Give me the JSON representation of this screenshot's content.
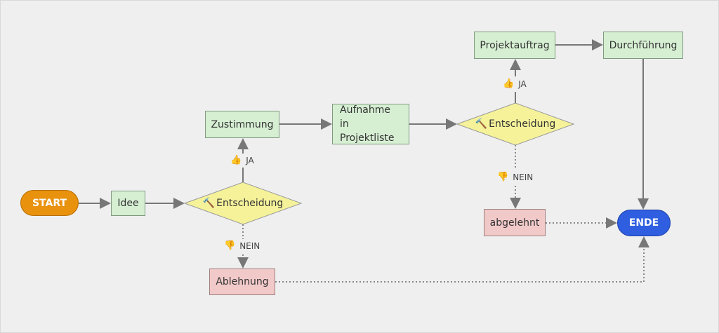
{
  "nodes": {
    "start": "START",
    "idee": "Idee",
    "entscheidung1": "Entscheidung",
    "zustimmung": "Zustimmung",
    "ablehnung": "Ablehnung",
    "aufnahme": "Aufnahme in Projektliste",
    "entscheidung2": "Entscheidung",
    "projektauftrag": "Projektauftrag",
    "durchfuehrung": "Durchführung",
    "abgelehnt": "abgelehnt",
    "ende": "ENDE"
  },
  "labels": {
    "ja1": "JA",
    "nein1": "NEIN",
    "ja2": "JA",
    "nein2": "NEIN"
  },
  "colors": {
    "start": "#e8920e",
    "ende": "#2f5fe0",
    "process": "#d6efd3",
    "reject": "#f2c9c9",
    "decision": "#f5f29a"
  }
}
